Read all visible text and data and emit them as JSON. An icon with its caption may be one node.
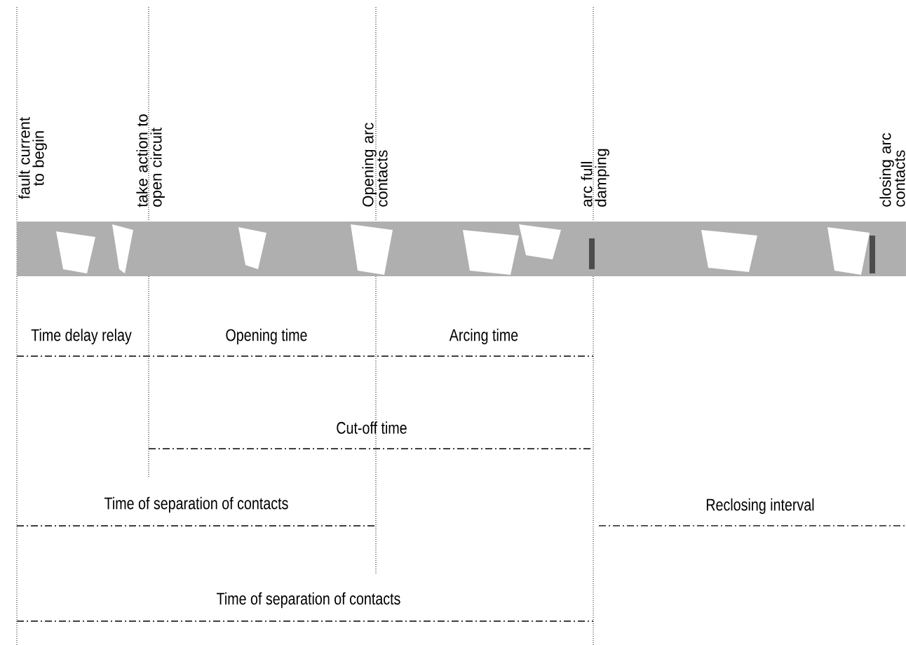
{
  "diagram": {
    "labels": [
      "fault current to begin",
      "take action to open circuit",
      "Opening arc contacts",
      "arc full damping",
      "closing arc contacts",
      "Time delay relay",
      "Opening time",
      "Arcing time",
      "Cut-off time",
      "Time of separation of contacts",
      "Reclosing interval",
      "Time of separation of contacts"
    ]
  }
}
